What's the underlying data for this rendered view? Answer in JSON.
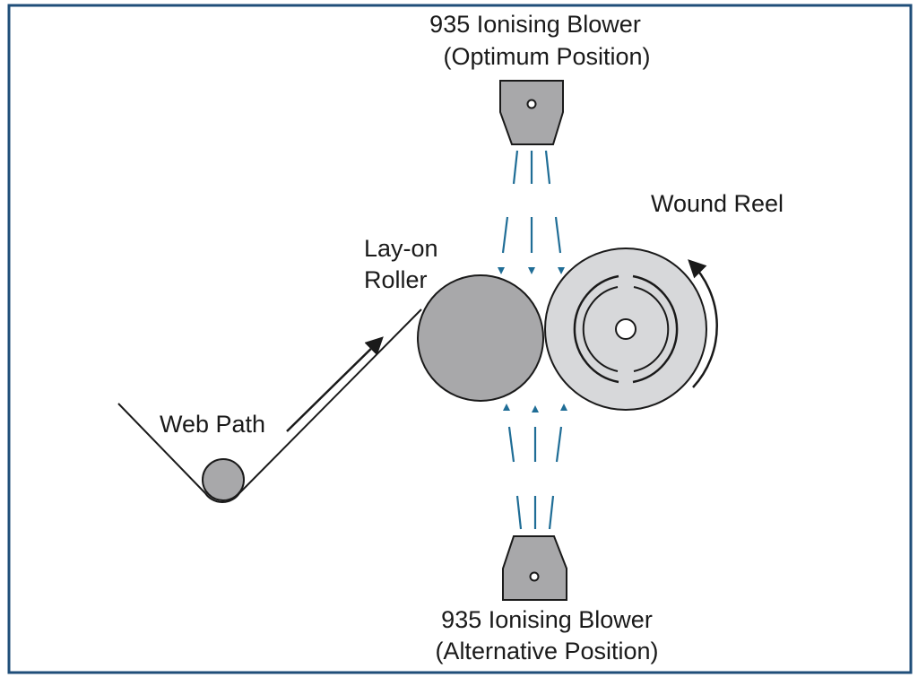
{
  "labels": {
    "top_blower_line1": "935 Ionising Blower",
    "top_blower_line2": "(Optimum Position)",
    "bottom_blower_line1": "935 Ionising Blower",
    "bottom_blower_line2": "(Alternative Position)",
    "wound_reel": "Wound Reel",
    "lay_on_line1": "Lay-on",
    "lay_on_line2": "Roller",
    "web_path": "Web Path"
  },
  "colors": {
    "frame": "#1f4e79",
    "air_streams": "#1f6d96",
    "roller_fill": "#a8a8aa",
    "reel_fill": "#d7d8da",
    "blower_fill": "#a8a8aa",
    "stroke": "#1a1a1a"
  }
}
